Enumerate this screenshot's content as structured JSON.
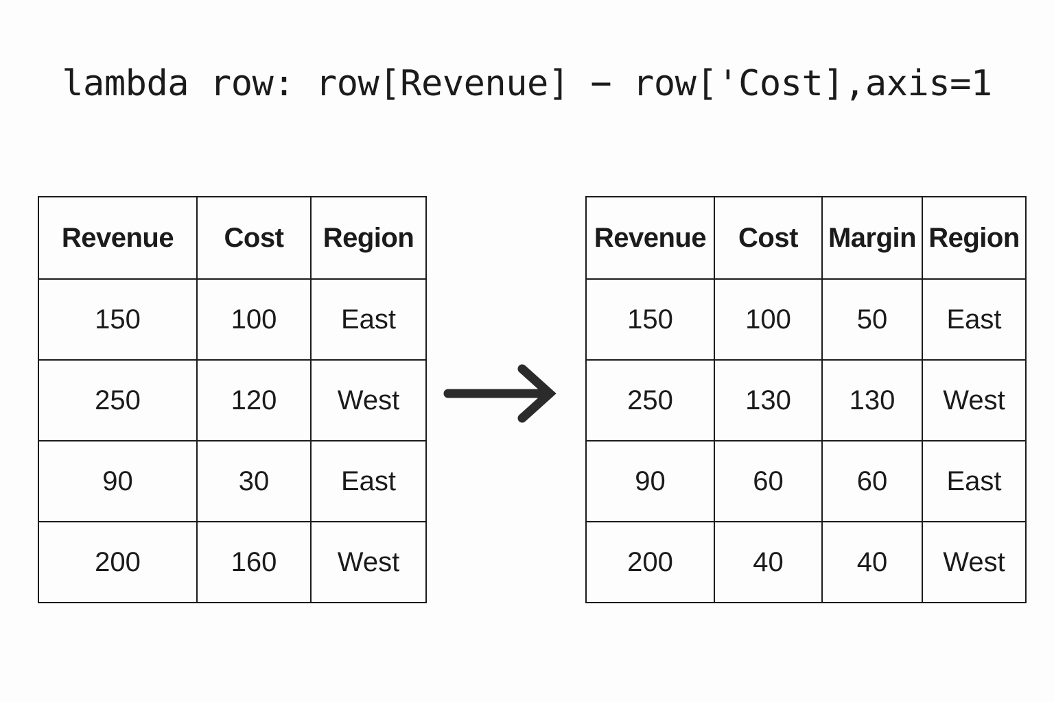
{
  "title": {
    "code_expression": "lambda row: row[Revenue] − row['Cost],axis=1"
  },
  "arrow": {
    "name": "transformation-arrow",
    "direction": "right",
    "color": "#2b2b2b"
  },
  "colors": {
    "background": "#fdfdfd",
    "border": "#1b1b1b",
    "text": "#1b1b1b",
    "arrow": "#2b2b2b"
  },
  "input_table": {
    "caption": "input-dataframe",
    "headers": [
      "Revenue",
      "Cost",
      "Region"
    ],
    "rows": [
      [
        "150",
        "100",
        "East"
      ],
      [
        "250",
        "120",
        "West"
      ],
      [
        "90",
        "30",
        "East"
      ],
      [
        "200",
        "160",
        "West"
      ]
    ]
  },
  "output_table": {
    "caption": "output-dataframe",
    "headers": [
      "Revenue",
      "Cost",
      "Margin",
      "Region"
    ],
    "rows": [
      [
        "150",
        "100",
        "50",
        "East"
      ],
      [
        "250",
        "130",
        "130",
        "West"
      ],
      [
        "90",
        "60",
        "60",
        "East"
      ],
      [
        "200",
        "40",
        "40",
        "West"
      ]
    ]
  },
  "chart_data": {
    "type": "table",
    "title": "lambda row: row[Revenue] − row['Cost],axis=1",
    "tables": [
      {
        "name": "input",
        "columns": [
          "Revenue",
          "Cost",
          "Region"
        ],
        "data": [
          [
            150,
            100,
            "East"
          ],
          [
            250,
            120,
            "West"
          ],
          [
            90,
            30,
            "East"
          ],
          [
            200,
            160,
            "West"
          ]
        ]
      },
      {
        "name": "output",
        "columns": [
          "Revenue",
          "Cost",
          "Margin",
          "Region"
        ],
        "data": [
          [
            150,
            100,
            50,
            "East"
          ],
          [
            250,
            130,
            130,
            "West"
          ],
          [
            90,
            60,
            60,
            "East"
          ],
          [
            200,
            40,
            40,
            "West"
          ]
        ]
      }
    ]
  }
}
